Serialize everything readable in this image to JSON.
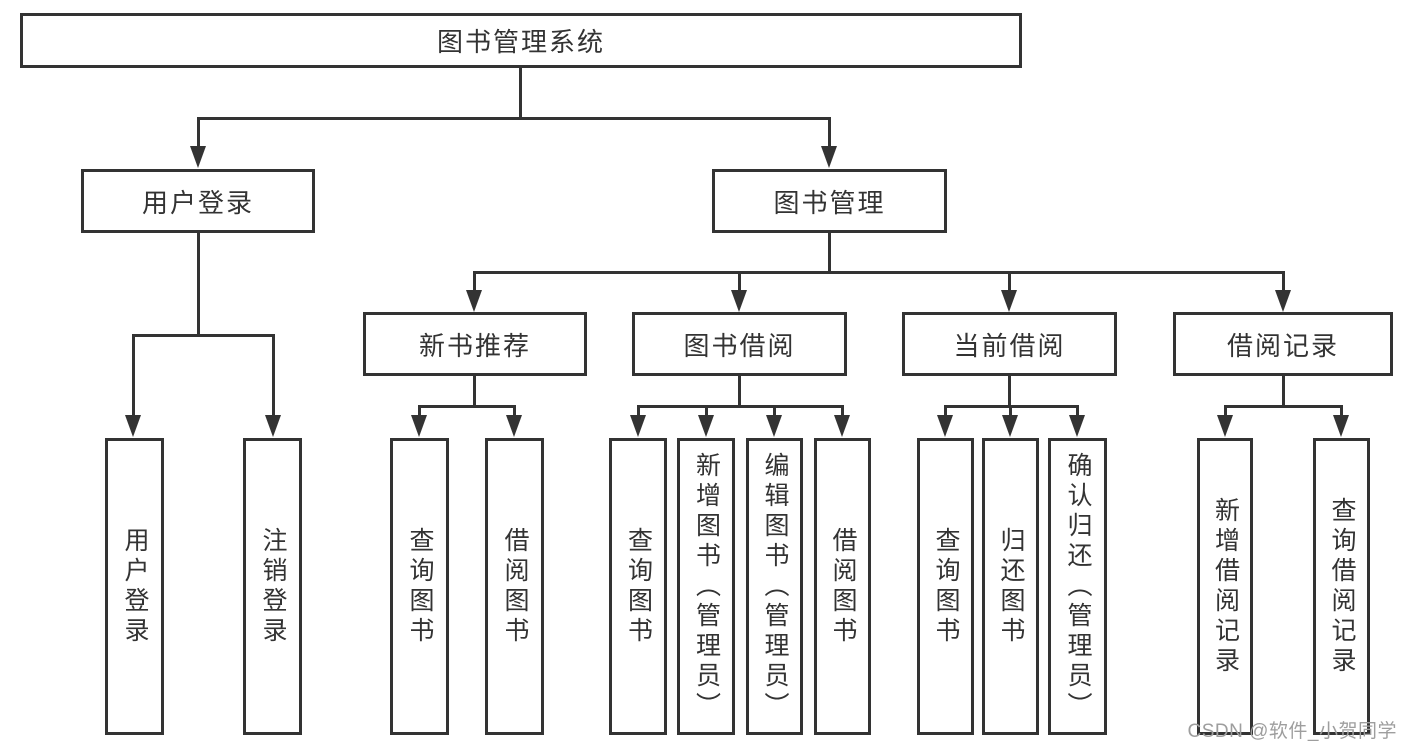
{
  "diagram": {
    "title_node": "图书管理系统",
    "nodes": {
      "root": {
        "label": "图书管理系统"
      },
      "user_login": {
        "label": "用户登录"
      },
      "book_management": {
        "label": "图书管理"
      },
      "new_book_recommend": {
        "label": "新书推荐"
      },
      "book_borrow": {
        "label": "图书借阅"
      },
      "current_borrow": {
        "label": "当前借阅"
      },
      "borrow_record": {
        "label": "借阅记录"
      },
      "login": {
        "label": "用户登录"
      },
      "logout": {
        "label": "注销登录"
      },
      "nb_query_book": {
        "label": "查询图书"
      },
      "nb_borrow_book": {
        "label": "借阅图书"
      },
      "bb_query_book": {
        "label": "查询图书"
      },
      "bb_add_book_admin": {
        "label": "新增图书（管理员）"
      },
      "bb_edit_book_admin": {
        "label": "编辑图书（管理员）"
      },
      "bb_borrow_book": {
        "label": "借阅图书"
      },
      "cb_query_book": {
        "label": "查询图书"
      },
      "cb_return_book": {
        "label": "归还图书"
      },
      "cb_confirm_return_admin": {
        "label": "确认归还（管理员）"
      },
      "br_add_record": {
        "label": "新增借阅记录"
      },
      "br_query_record": {
        "label": "查询借阅记录"
      }
    },
    "edges": [
      [
        "图书管理系统",
        "用户登录"
      ],
      [
        "图书管理系统",
        "图书管理"
      ],
      [
        "用户登录",
        "用户登录(叶)"
      ],
      [
        "用户登录",
        "注销登录"
      ],
      [
        "图书管理",
        "新书推荐"
      ],
      [
        "图书管理",
        "图书借阅"
      ],
      [
        "图书管理",
        "当前借阅"
      ],
      [
        "图书管理",
        "借阅记录"
      ],
      [
        "新书推荐",
        "查询图书"
      ],
      [
        "新书推荐",
        "借阅图书"
      ],
      [
        "图书借阅",
        "查询图书"
      ],
      [
        "图书借阅",
        "新增图书（管理员）"
      ],
      [
        "图书借阅",
        "编辑图书（管理员）"
      ],
      [
        "图书借阅",
        "借阅图书"
      ],
      [
        "当前借阅",
        "查询图书"
      ],
      [
        "当前借阅",
        "归还图书"
      ],
      [
        "当前借阅",
        "确认归还（管理员）"
      ],
      [
        "借阅记录",
        "新增借阅记录"
      ],
      [
        "借阅记录",
        "查询借阅记录"
      ]
    ],
    "colors": {
      "line": "#333333",
      "text": "#333333",
      "box_background": "#ffffff",
      "watermark": "#9e9e9e"
    },
    "watermark": {
      "text": "CSDN @软件_小贺同学"
    }
  }
}
